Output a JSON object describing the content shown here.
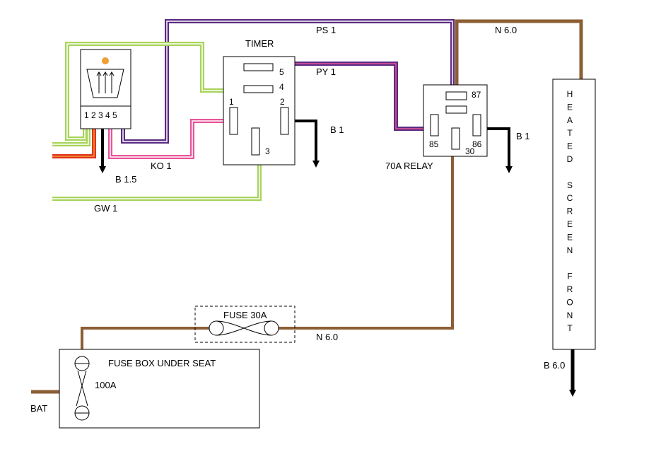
{
  "labels": {
    "timer": "TIMER",
    "relay": "70A RELAY",
    "fuse": "FUSE 30A",
    "fuse_box": "FUSE BOX UNDER SEAT",
    "main_fuse": "100A",
    "bat": "BAT",
    "switch_pins": "1 2 3 4 5"
  },
  "wires": {
    "ps": "PS 1",
    "py": "PY 1",
    "n_top": "N 6.0",
    "n_bottom": "N 6.0",
    "ko": "KO 1",
    "gw": "GW 1",
    "b_switch": "B 1.5",
    "b_timer": "B 1",
    "b_relay": "B 1",
    "b_screen": "B 6.0"
  },
  "timer_pins": {
    "p1": "1",
    "p2": "2",
    "p3": "3",
    "p4": "4",
    "p5": "5"
  },
  "relay_pins": {
    "p85": "85",
    "p86": "86",
    "p87": "87",
    "p30": "30"
  },
  "screen_letters": [
    "H",
    "E",
    "A",
    "T",
    "E",
    "D",
    "",
    "S",
    "C",
    "R",
    "E",
    "E",
    "N",
    "",
    "F",
    "R",
    "O",
    "N",
    "T"
  ],
  "colors": {
    "brown": "#8B5E34",
    "purple": "#5B2C83",
    "pink": "#E8559A",
    "green": "#A8D45A",
    "red": "#E0301E",
    "orange": "#F0A030",
    "black": "#000000"
  }
}
